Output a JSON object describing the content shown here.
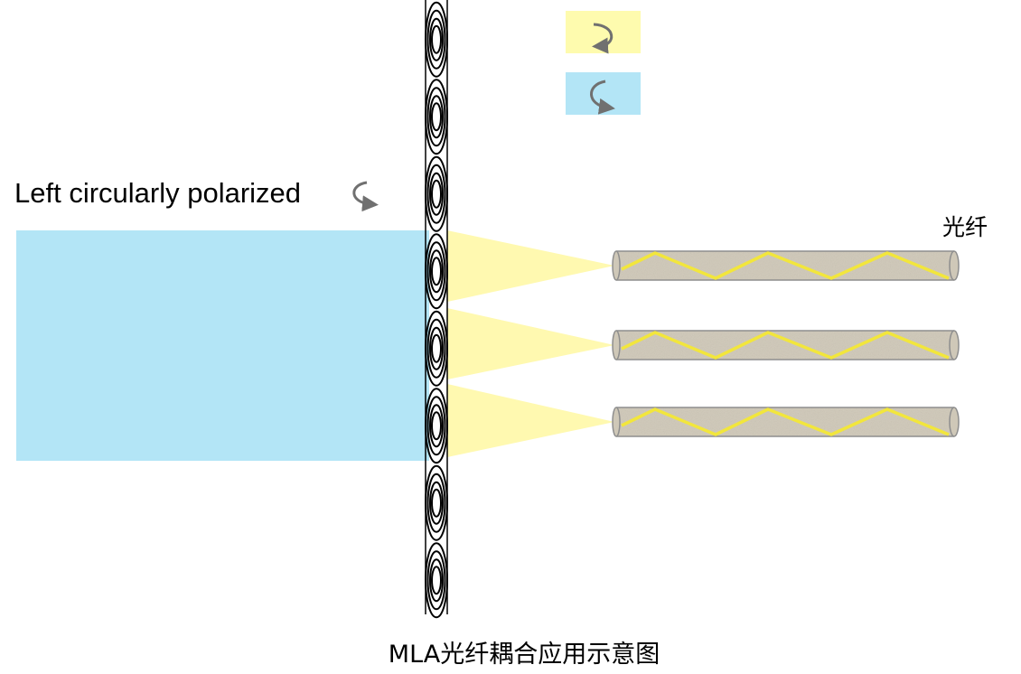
{
  "beam": {
    "label": "Left circularly polarized",
    "color": "#b3e5f6"
  },
  "fiber_label": "光纤",
  "caption": "MLA光纤耦合应用示意图",
  "legend": [
    {
      "icon": "rotation-arrow-clockwise-icon",
      "color": "#fefbae"
    },
    {
      "icon": "rotation-arrow-counterclockwise-icon",
      "color": "#b3e5f6"
    }
  ],
  "colors": {
    "cone": "#fff9b0",
    "fiber_body": "#cfc8b8",
    "fiber_path": "#f2e63c",
    "arrow": "#707070"
  },
  "microlens_count": 8,
  "fiber_count": 3
}
